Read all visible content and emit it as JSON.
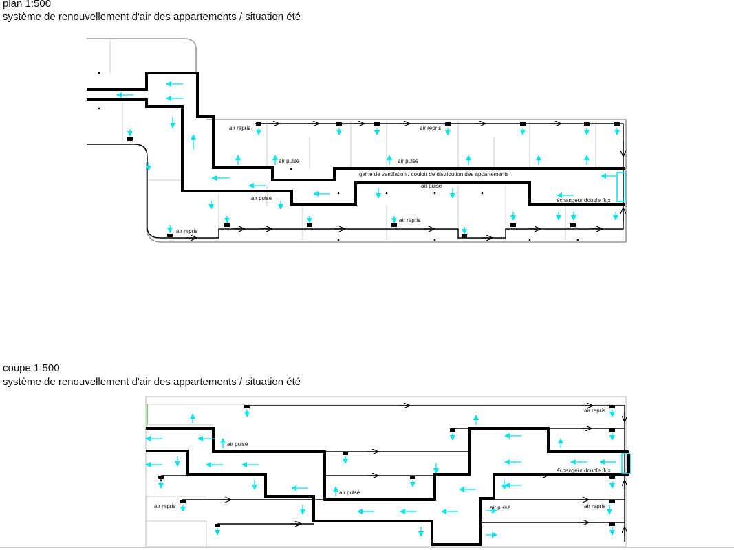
{
  "plan": {
    "title": "plan 1:500",
    "subtitle": "système de renouvellement d'air des appartements / situation été",
    "labels": {
      "air_repris": "air repris",
      "air_pulse": "air pulsé",
      "gaine": "gaine de ventilation / couloir de distribution des appartements",
      "echangeur": "échangeur double flux"
    }
  },
  "section": {
    "title": "coupe 1:500",
    "subtitle": "système de renouvellement d'air des appartements / situation été",
    "labels": {
      "air_repris": "air repris",
      "air_pulse": "air pulsé",
      "echangeur": "échangeur double flux"
    }
  },
  "colors": {
    "exhaust_line": "#000000",
    "fresh_air_arrow": "#00e5ee",
    "walls": "#cccccc"
  },
  "icons": [
    "vent-diffuser-icon",
    "cyan-arrow-icon",
    "black-flow-arrow-icon",
    "exchanger-icon"
  ]
}
